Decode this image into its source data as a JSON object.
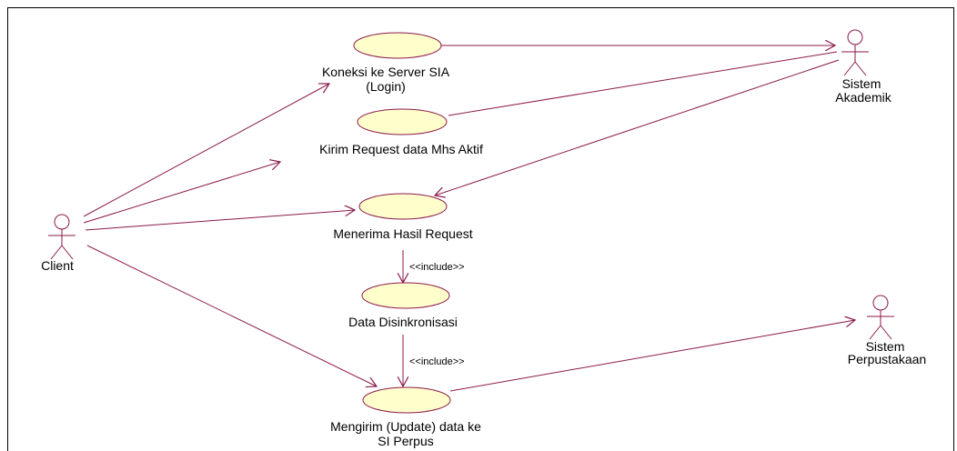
{
  "diagram": {
    "actors": {
      "client": "Client",
      "sistem_akademik": [
        "Sistem",
        "Akademik"
      ],
      "sistem_perpustakaan": [
        "Sistem",
        "Perpustakaan"
      ]
    },
    "use_cases": {
      "koneksi": [
        "Koneksi ke Server SIA",
        "(Login)"
      ],
      "kirim": "Kirim Request data Mhs Aktif",
      "menerima": "Menerima Hasil Request",
      "sinkron": "Data Disinkronisasi",
      "mengirim": [
        "Mengirim (Update) data ke",
        "SI Perpus"
      ]
    },
    "stereotypes": {
      "include_1": "<<include>>",
      "include_2": "<<include>>"
    },
    "colors": {
      "line": "#8b1a4a",
      "usecase_fill": "#ffffcc",
      "frame": "#000000"
    }
  }
}
